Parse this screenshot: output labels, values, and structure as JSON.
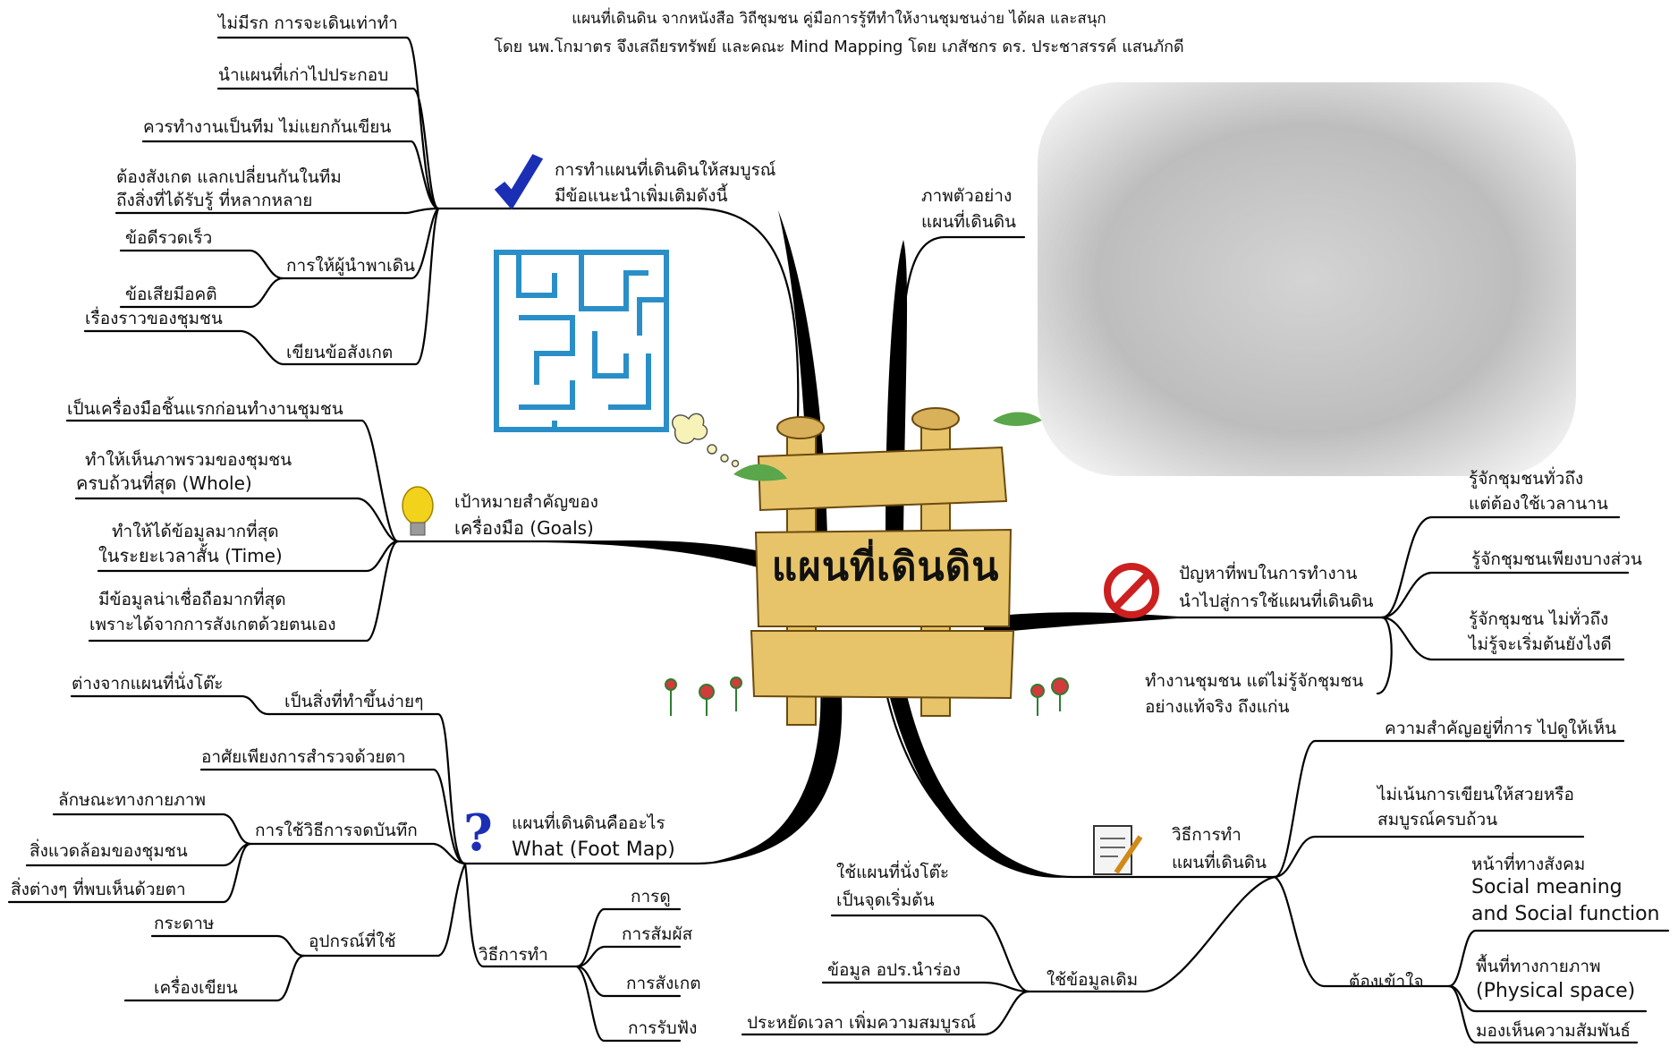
{
  "header": {
    "line1": "แผนที่เดินดิน  จากหนังสือ วิถีชุมชน คู่มือการรู้ทีทำให้งานชุมชนง่าย  ได้ผล และสนุก",
    "line2": "โดย นพ.โกมาตร จึงเสถียรทรัพย์ และคณะ Mind Mapping โดย เภสัชกร ดร. ประชาสรรค์ แสนภักดี"
  },
  "center": {
    "title": "แผนที่เดินดิน"
  },
  "top_left": {
    "main": [
      "การทำแผนที่เดินดินให้สมบูรณ์",
      "มีข้อแนะนำเพิ่มเติมดังนี้"
    ],
    "items": [
      "ไม่มีรก การจะเดินเท่าทำ",
      "นำแผนที่เก่าไปประกอบ",
      "ควรทำงานเป็นทีม ไม่แยกกันเขียน",
      "ต้องสังเกต แลกเปลี่ยนกันในทีม",
      "ถึงสิ่งที่ได้รับรู้ ที่หลากหลาย"
    ],
    "guide": "การให้ผู้นำพาเดิน",
    "guide_pros": "ข้อดีรวดเร็ว",
    "guide_cons": "ข้อเสียมีอคติ",
    "notes_story": "เรื่องราวของชุมชน",
    "notes": "เขียนข้อสังเกต"
  },
  "goals": {
    "main": [
      "เป้าหมายสำคัญของ",
      "เครื่องมือ (Goals)"
    ],
    "items": [
      [
        "เป็นเครื่องมือชิ้นแรกก่อนทำงานชุมชน"
      ],
      [
        "ทำให้เห็นภาพรวมของชุมชน",
        "ครบถ้วนที่สุด (Whole)"
      ],
      [
        "ทำให้ได้ข้อมูลมากที่สุด",
        "ในระยะเวลาสั้น (Time)"
      ],
      [
        "มีข้อมูลน่าเชื่อถือมากที่สุด",
        "เพราะได้จากการสังเกตด้วยตนเอง"
      ]
    ]
  },
  "what": {
    "main": [
      "แผนที่เดินดินคืออะไร",
      "What (Foot Map)"
    ],
    "easy": "เป็นสิ่งที่ทำขึ้นง่ายๆ",
    "easy_sub": "ต่างจากแผนที่นั่งโต๊ะ",
    "survey": "อาศัยเพียงการสำรวจด้วยตา",
    "record": "การใช้วิธีการจดบันทึก",
    "record_sub": [
      "ลักษณะทางกายภาพ",
      "สิ่งแวดล้อมของชุมชน",
      "สิ่งต่างๆ ที่พบเห็นด้วยตา"
    ],
    "tools": "อุปกรณ์ที่ใช้",
    "tools_sub": [
      "กระดาษ",
      "เครื่องเขียน"
    ],
    "method": "วิธีการทำ",
    "method_sub": [
      "การดู",
      "การสัมผัส",
      "การสังเกต",
      "การรับฟัง"
    ]
  },
  "example": {
    "label": [
      "ภาพตัวอย่าง",
      "แผนที่เดินดิน"
    ]
  },
  "problem": {
    "main": [
      "ปัญหาที่พบในการทำงาน",
      "นำไปสู่การใช้แผนที่เดินดิน"
    ],
    "items": [
      [
        "รู้จักชุมชนทั่วถึง",
        "แต่ต้องใช้เวลานาน"
      ],
      [
        "รู้จักชุมชนเพียงบางส่วน"
      ],
      [
        "รู้จักชุมชน ไม่ทั่วถึง",
        "ไม่รู้จะเริ่มต้นยังไงดี"
      ],
      [
        "ทำงานชุมชน แต่ไม่รู้จักชุมชน",
        "อย่างแท้จริง ถึงแก่น"
      ]
    ]
  },
  "howto": {
    "main": [
      "วิธีการทำ",
      "แผนที่เดินดิน"
    ],
    "importance": "ความสำคัญอยู่ที่การ ไปดูให้เห็น",
    "not_pretty": [
      "ไม่เน้นการเขียนให้สวยหรือ",
      "สมบูรณ์ครบถ้วน"
    ],
    "understand": "ต้องเข้าใจ",
    "understand_sub": [
      [
        "หน้าที่ทางสังคม",
        "Social meaning",
        "and Social function"
      ],
      [
        "พื้นที่ทางกายภาพ",
        "(Physical space)"
      ],
      [
        "มองเห็นความสัมพันธ์"
      ]
    ],
    "use_data": "ใช้ข้อมูลเดิม",
    "use_data_sub": [
      [
        "ใช้แผนที่นั่งโต๊ะ",
        "เป็นจุดเริ่มต้น"
      ],
      [
        "ข้อมูล อปร.นำร่อง"
      ],
      [
        "ประหยัดเวลา เพิ่มความสมบูรณ์"
      ]
    ]
  },
  "colors": {
    "branch": "#000000",
    "maze": "#2a8fc8",
    "check": "#1b2fb5",
    "stop": "#cc1f1f",
    "question": "#1b2fb5",
    "bulb": "#f3d21b",
    "scroll": "#e7c46a"
  }
}
